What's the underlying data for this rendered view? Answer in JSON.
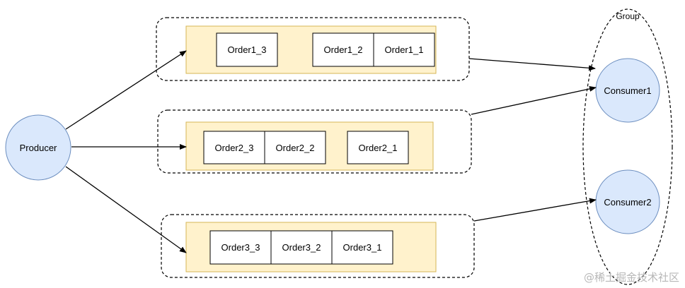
{
  "diagram": {
    "producer": {
      "label": "Producer"
    },
    "group": {
      "label": "Group"
    },
    "consumers": [
      {
        "label": "Consumer1"
      },
      {
        "label": "Consumer2"
      }
    ],
    "queues": [
      {
        "messages": [
          "Order1_3",
          "Order1_2",
          "Order1_1"
        ]
      },
      {
        "messages": [
          "Order2_3",
          "Order2_2",
          "Order2_1"
        ]
      },
      {
        "messages": [
          "Order3_3",
          "Order3_2",
          "Order3_1"
        ]
      }
    ],
    "watermark": "@稀土掘金技术社区"
  },
  "colors": {
    "node_fill": "#dae8fc",
    "node_stroke": "#6c8ebf",
    "queue_fill": "#fff2cc",
    "queue_stroke": "#d6b656",
    "line": "#000000"
  }
}
